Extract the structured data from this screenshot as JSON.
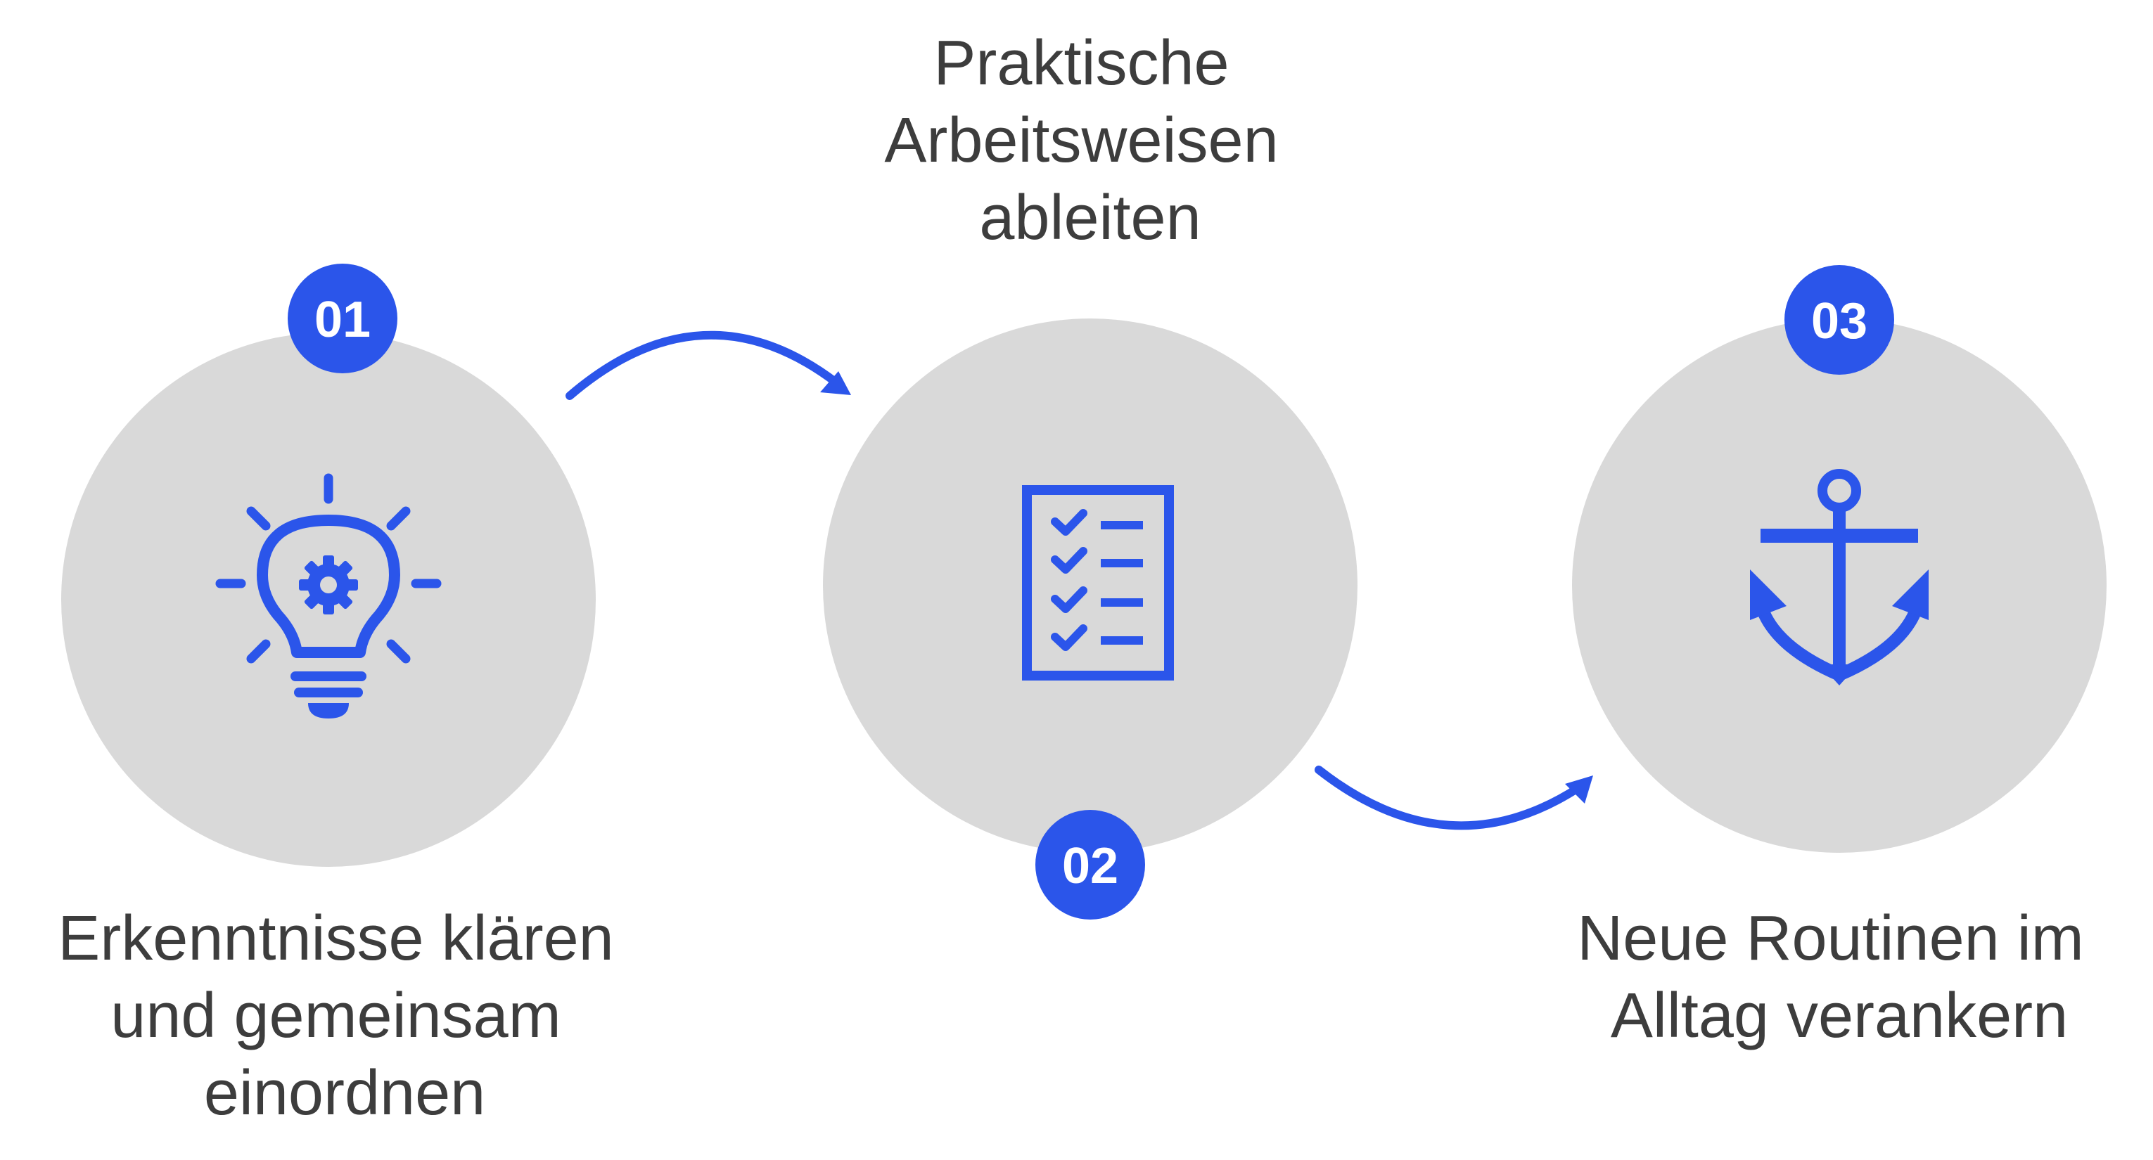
{
  "colors": {
    "accent": "#2b55ea",
    "circle": "#d9d9d9",
    "text": "#3d3d3d",
    "background": "#ffffff"
  },
  "steps": [
    {
      "number": "01",
      "icon": "lightbulb-gear-icon",
      "label_lines": [
        "Erkenntnisse klären",
        "und gemeinsam",
        "einordnen"
      ]
    },
    {
      "number": "02",
      "icon": "checklist-icon",
      "label_lines": [
        "Praktische",
        "Arbeitsweisen",
        "ableiten"
      ]
    },
    {
      "number": "03",
      "icon": "anchor-icon",
      "label_lines": [
        "Neue Routinen im",
        "Alltag verankern"
      ]
    }
  ]
}
